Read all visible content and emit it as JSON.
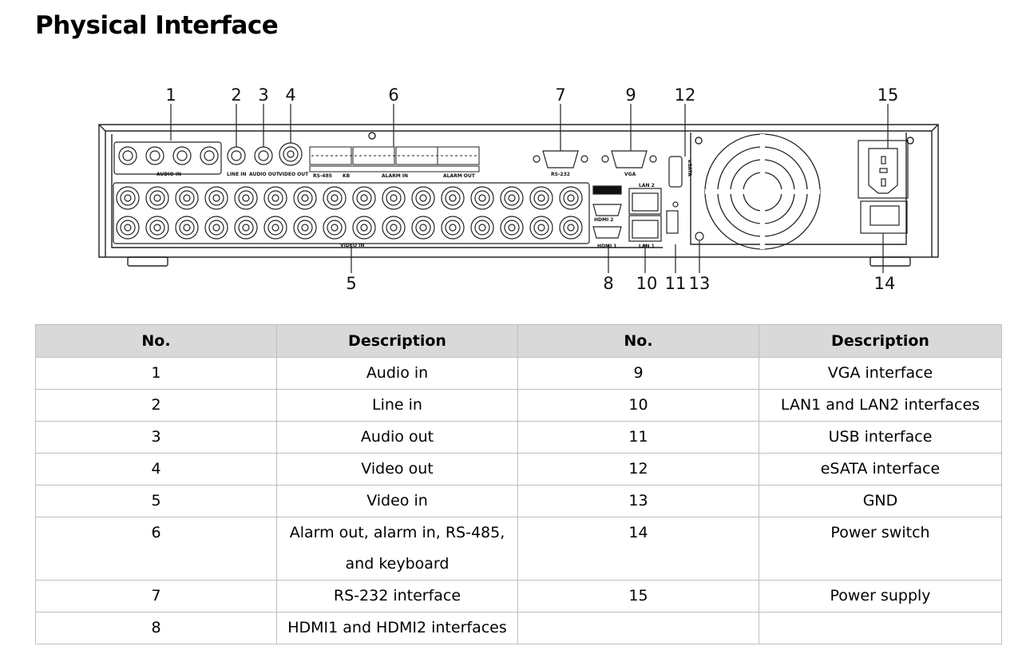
{
  "page": {
    "title": "Physical Interface"
  },
  "diagram": {
    "callouts": [
      "1",
      "2",
      "3",
      "4",
      "5",
      "6",
      "7",
      "8",
      "9",
      "10",
      "11",
      "12",
      "13",
      "14",
      "15"
    ],
    "panel_labels": {
      "audio_in": "AUDIO IN",
      "line_in": "LINE IN",
      "audio_out": "AUDIO OUT",
      "video_out": "VIDEO OUT",
      "rs485": "RS-485",
      "kb": "KB",
      "alarm_in": "ALARM IN",
      "alarm_out": "ALARM OUT",
      "rs232": "RS-232",
      "vga": "VGA",
      "video_in": "VIDEO IN",
      "lan2": "LAN 2",
      "lan1": "LAN 1",
      "hdmi2": "HDMI 2",
      "hdmi1": "HDMI 1",
      "esata": "eSATA"
    }
  },
  "table": {
    "headers": [
      "No.",
      "Description",
      "No.",
      "Description"
    ],
    "rows": [
      {
        "no1": "1",
        "desc1": [
          "Audio in"
        ],
        "no2": "9",
        "desc2": "VGA interface"
      },
      {
        "no1": "2",
        "desc1": [
          "Line in"
        ],
        "no2": "10",
        "desc2": "LAN1 and LAN2 interfaces"
      },
      {
        "no1": "3",
        "desc1": [
          "Audio out"
        ],
        "no2": "11",
        "desc2": "USB interface"
      },
      {
        "no1": "4",
        "desc1": [
          "Video out"
        ],
        "no2": "12",
        "desc2": "eSATA interface"
      },
      {
        "no1": "5",
        "desc1": [
          "Video in"
        ],
        "no2": "13",
        "desc2": "GND"
      },
      {
        "no1": "6",
        "desc1": [
          "Alarm out, alarm in, RS-485,",
          "and keyboard"
        ],
        "no2": "14",
        "desc2": "Power switch"
      },
      {
        "no1": "7",
        "desc1": [
          "RS-232 interface"
        ],
        "no2": "15",
        "desc2": "Power supply"
      },
      {
        "no1": "8",
        "desc1": [
          "HDMI1 and HDMI2 interfaces"
        ],
        "no2": "",
        "desc2": ""
      }
    ]
  }
}
